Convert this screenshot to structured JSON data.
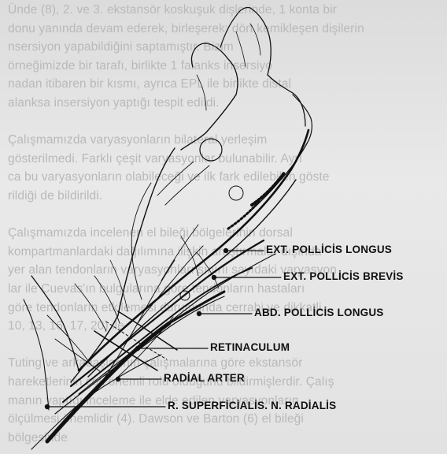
{
  "background_text": {
    "lines": [
      "Ünde (8), 2. ve 3. ekstansör koskuşuk dişlerinde, 1 konta bir",
      "donu yanında devam ederek, birleşerek: dört kemikleşen dişilerin",
      "nsersiyon yapabildiğini saptamıştır. Bizim",
      "örneğimizde bir tarafı, birlikte 1 falanks insersiyo",
      "nadan itibaren bir kısmı, ayrıca EPL ile birlikte distal",
      "alanksa insersiyon yaptığı tespit edildi.",
      "",
      "Çalışmamızda varyasyonların bilateral yerleşim",
      "gösterilmedi. Farklı çeşit varyasyonlar bulunabilir. Ayrı",
      "ca bu varyasyonların olabileceği ve ilk fark edilebilen göste",
      "rildiği de bildirildi.",
      "",
      "Çalışmamızda incelenen el bileği bölgelerinin dorsal",
      "kompartmanlardaki dağılımına ilişkin araştırmalar dışında",
      "yer alan tendonların varyasyonları sınırlı sayıdaki varyasyon",
      "lar ile Cuevas'ın bulgularına göre tendonların hastaları",
      "göre tendonların etkilemesi durumunda cerrahi ve dikkatli",
      "10, 13, 16, 17, 20) ile",
      "",
      "Tuting ve arkadaşlarının çalışmalarına göre ekstansör",
      "hareketlerinin çok önemli rolü olduğunu bildirmişlerdir. Çalış",
      "manın yaptığı inceleme ile elde edilen varyasyonların",
      "ölçülmesi önemlidir (4). Dawson ve Barton (6) el bileği",
      "bölgesinde"
    ]
  },
  "labels": {
    "ext_pollicis_longus": "EXT. POLLİCİS LONGUS",
    "ext_pollicis_brevis": "EXT. POLLİCİS BREVİS",
    "abd_pollicis_longus": "ABD. POLLİCİS LONGUS",
    "retinaculum": "RETINACULUM",
    "radial_arter": "RADİAL ARTER",
    "r_superficialis": "R. SUPERFİCİALİS. N. RADİALİS"
  },
  "colors": {
    "ink": "#111111",
    "paper": "#e6e6e6",
    "faded_text": "#b9b9b9"
  }
}
